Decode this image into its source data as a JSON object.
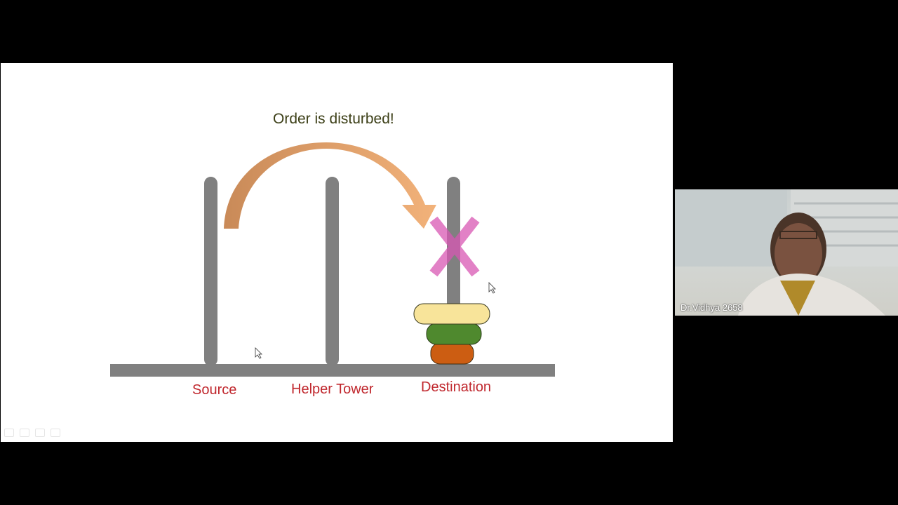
{
  "slide": {
    "title": "Order is disturbed!",
    "labels": {
      "source": "Source",
      "helper": "Helper Tower",
      "destination": "Destination"
    },
    "colors": {
      "pole": "#808080",
      "arrow_start": "#c98a58",
      "arrow_end": "#f2b27a",
      "cross": "#d957b4",
      "disk_top": "#f8e49a",
      "disk_middle": "#4f892e",
      "disk_bottom": "#cc5d12",
      "label": "#c0272d",
      "title": "#3c3f17"
    },
    "disks_on_destination_top_to_bottom": [
      "large-yellow",
      "medium-green",
      "small-orange"
    ]
  },
  "participant": {
    "name": "Dr.Vidhya 2658"
  }
}
